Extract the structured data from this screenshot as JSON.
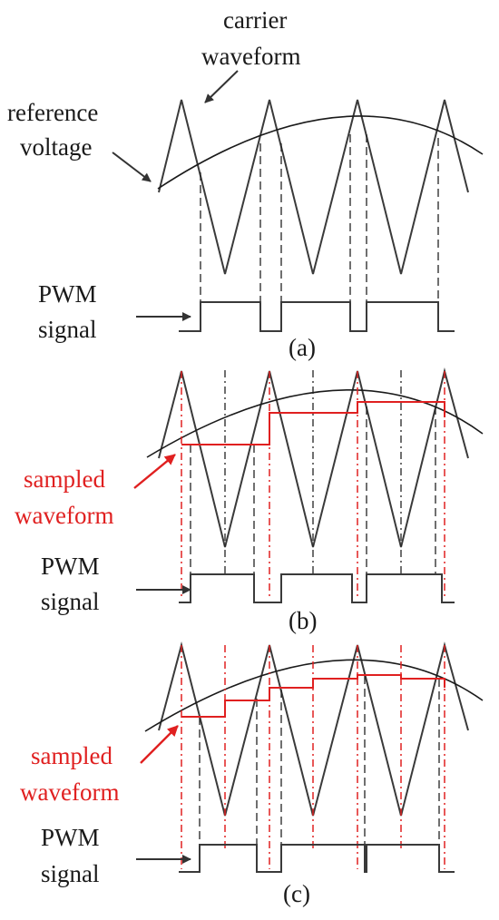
{
  "labels": {
    "carrier_1": "carrier",
    "carrier_2": "waveform",
    "reference_1": "reference",
    "reference_2": "voltage",
    "pwm_1": "PWM",
    "pwm_2": "signal",
    "sampled_1": "sampled",
    "sampled_2": "waveform",
    "panel_a": "(a)",
    "panel_b": "(b)",
    "panel_c": "(c)"
  },
  "colors": {
    "waveform": "#3a3a3a",
    "sampled": "#e02020",
    "text": "#1a1a1a"
  }
}
